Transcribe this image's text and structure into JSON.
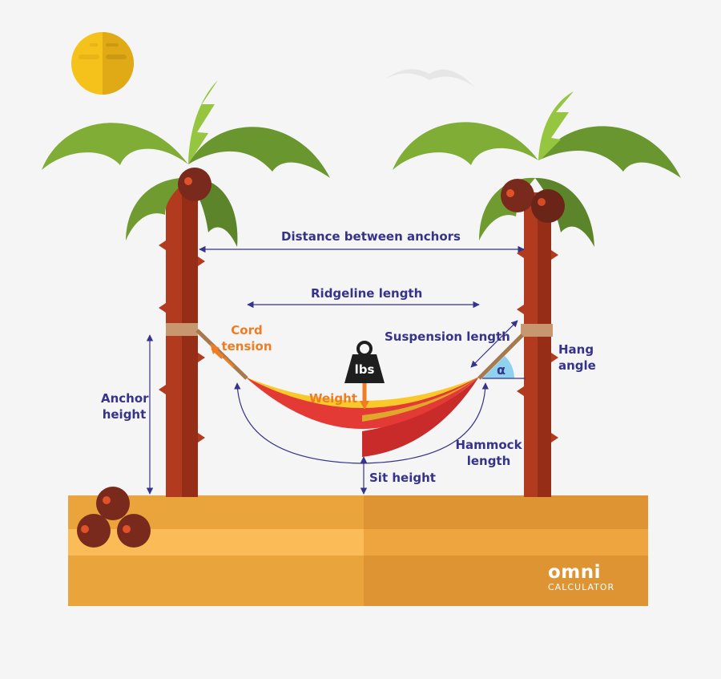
{
  "labels": {
    "distance_between_anchors": "Distance between anchors",
    "ridgeline_length": "Ridgeline length",
    "suspension_length": "Suspension length",
    "cord_tension_line1": "Cord",
    "cord_tension_line2": "tension",
    "weight": "Weight",
    "weight_symbol": "lbs",
    "anchor_height_line1": "Anchor",
    "anchor_height_line2": "height",
    "hang_angle_line1": "Hang",
    "hang_angle_line2": "angle",
    "angle_symbol": "α",
    "hammock_length_line1": "Hammock",
    "hammock_length_line2": "length",
    "sit_height": "Sit height"
  },
  "brand": {
    "name": "omni",
    "subtitle": "CALCULATOR"
  },
  "colors": {
    "label_text": "#35338a",
    "accent_orange": "#ee7d23",
    "trunk": "#b23a1e",
    "leaf": "#7fad36",
    "sand": "#eaa43c",
    "hammock_yellow": "#f9c82a",
    "hammock_red": "#e43a36",
    "sun": "#f5c21b",
    "angle_fill": "#8fd2ef"
  },
  "icons": [
    "sun-icon",
    "bird-icon",
    "weight-icon",
    "coconut-icon",
    "palm-tree-icon",
    "hammock-icon"
  ]
}
